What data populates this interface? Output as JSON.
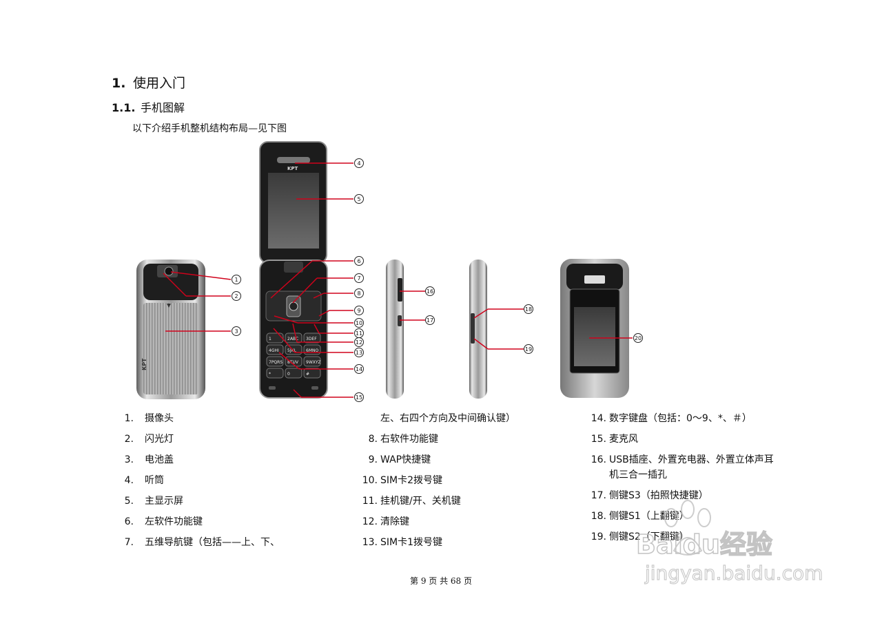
{
  "heading1": {
    "number": "1.",
    "text": "使用入门"
  },
  "heading2": {
    "number": "1.1.",
    "text": "手机图解"
  },
  "intro": "以下介绍手机整机结构布局—见下图",
  "phone_logo": "KPT",
  "callouts": [
    "1",
    "2",
    "3",
    "4",
    "5",
    "6",
    "7",
    "8",
    "9",
    "10",
    "11",
    "12",
    "13",
    "14",
    "15",
    "16",
    "17",
    "18",
    "19",
    "20"
  ],
  "keypad": [
    "1",
    "2ABC",
    "3DEF",
    "4GHI",
    "5JKL",
    "6MNO",
    "7PQRS",
    "8TUV",
    "9WXYZ",
    "*",
    "0",
    "#"
  ],
  "list_col1": [
    {
      "n": "1.",
      "t": "摄像头"
    },
    {
      "n": "2.",
      "t": "闪光灯"
    },
    {
      "n": "3.",
      "t": "电池盖"
    },
    {
      "n": "4.",
      "t": "听筒"
    },
    {
      "n": "5.",
      "t": "主显示屏"
    },
    {
      "n": "6.",
      "t": "左软件功能键"
    },
    {
      "n": "7.",
      "t": "五维导航键（包括——上、下、"
    }
  ],
  "list_col2_continuation": "左、右四个方向及中间确认键）",
  "list_col2": [
    {
      "n": "8.",
      "t": "右软件功能键"
    },
    {
      "n": "9.",
      "t": "WAP快捷键"
    },
    {
      "n": "10.",
      "t": "SIM卡2拨号键"
    },
    {
      "n": "11.",
      "t": "挂机键/开、关机键"
    },
    {
      "n": "12.",
      "t": "清除键"
    },
    {
      "n": "13.",
      "t": "SIM卡1拨号键"
    }
  ],
  "list_col3": [
    {
      "n": "14.",
      "t": "数字键盘（包括：0～9、*、＃）"
    },
    {
      "n": "15.",
      "t": "麦克风"
    },
    {
      "n": "16.",
      "t": "USB插座、外置充电器、外置立体声耳机三合一插孔"
    },
    {
      "n": "17.",
      "t": "侧键S3（拍照快捷键）"
    },
    {
      "n": "18.",
      "t": "侧键S1（上翻键）"
    },
    {
      "n": "19.",
      "t": "侧键S2（下翻键）"
    }
  ],
  "footer": "第 9 页 共 68 页",
  "watermark": {
    "logo": "Baidu经验",
    "url": "jingyan.baidu.com"
  },
  "colors": {
    "callout_line": "#d0021b",
    "phone_body": "#1b1b1b",
    "chrome": "#c8c8c8",
    "screen": "#5a5a5a"
  }
}
